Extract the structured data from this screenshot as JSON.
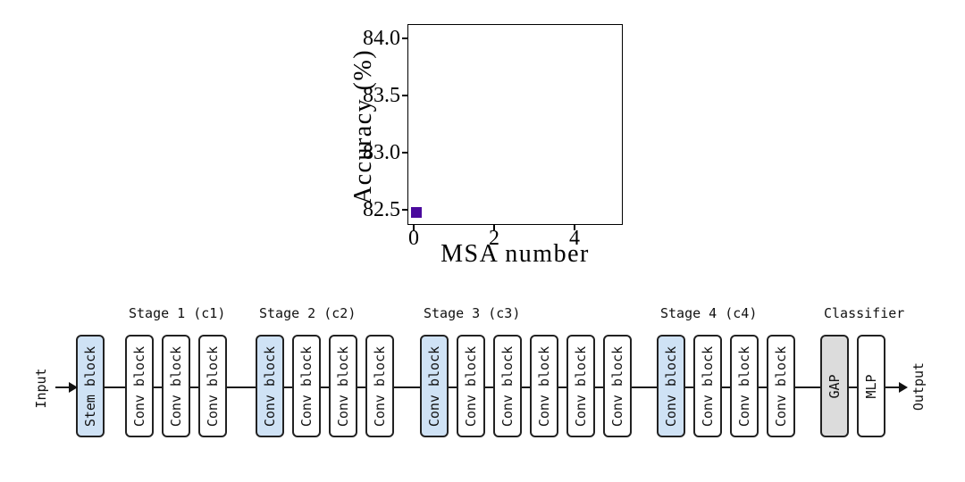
{
  "chart_data": {
    "type": "scatter",
    "title": "",
    "xlabel": "MSA number",
    "ylabel": "Accuracy (%)",
    "xlim": [
      -0.2,
      5.2
    ],
    "ylim": [
      82.37,
      84.12
    ],
    "xtick_labels": [
      "0",
      "2",
      "4"
    ],
    "ytick_labels": [
      "82.5",
      "83.0",
      "83.5",
      "84.0"
    ],
    "grid": false,
    "legend": false,
    "marker": "square",
    "marker_color": "#4a0a9d",
    "points": [
      {
        "x": 0,
        "y": 82.48
      }
    ]
  },
  "diagram": {
    "input_label": "Input",
    "output_label": "Output",
    "line_color": "#1a1a1a",
    "block_border_color": "#222222",
    "accent_fill": "#cfe2f5",
    "gap_fill": "#dcdcdc",
    "plain_fill": "#ffffff",
    "groups": [
      {
        "stage_label": "",
        "blocks": [
          {
            "label": "Stem block",
            "type": "accent"
          }
        ]
      },
      {
        "stage_label": "Stage 1 (c1)",
        "blocks": [
          {
            "label": "Conv block",
            "type": "plain"
          },
          {
            "label": "Conv block",
            "type": "plain"
          },
          {
            "label": "Conv block",
            "type": "plain"
          }
        ]
      },
      {
        "stage_label": "Stage 2 (c2)",
        "blocks": [
          {
            "label": "Conv block",
            "type": "accent"
          },
          {
            "label": "Conv block",
            "type": "plain"
          },
          {
            "label": "Conv block",
            "type": "plain"
          },
          {
            "label": "Conv block",
            "type": "plain"
          }
        ]
      },
      {
        "stage_label": "Stage 3 (c3)",
        "blocks": [
          {
            "label": "Conv block",
            "type": "accent"
          },
          {
            "label": "Conv block",
            "type": "plain"
          },
          {
            "label": "Conv block",
            "type": "plain"
          },
          {
            "label": "Conv block",
            "type": "plain"
          },
          {
            "label": "Conv block",
            "type": "plain"
          },
          {
            "label": "Conv block",
            "type": "plain"
          }
        ]
      },
      {
        "stage_label": "Stage 4 (c4)",
        "blocks": [
          {
            "label": "Conv block",
            "type": "accent"
          },
          {
            "label": "Conv block",
            "type": "plain"
          },
          {
            "label": "Conv block",
            "type": "plain"
          },
          {
            "label": "Conv block",
            "type": "plain"
          }
        ]
      },
      {
        "stage_label": "Classifier",
        "blocks": [
          {
            "label": "GAP",
            "type": "gap"
          },
          {
            "label": "MLP",
            "type": "plain"
          }
        ]
      }
    ]
  }
}
